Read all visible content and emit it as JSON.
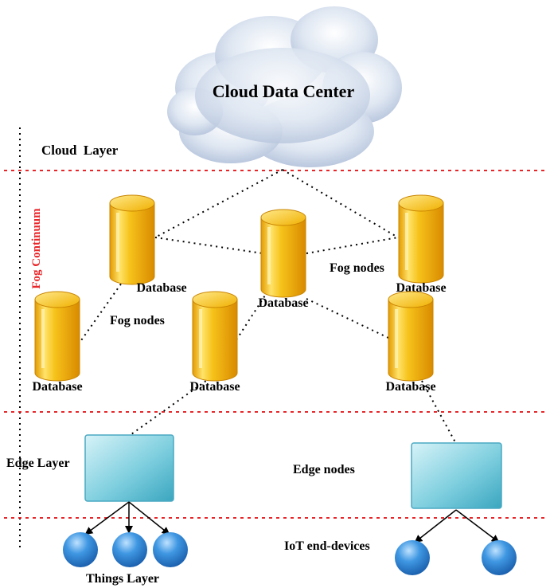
{
  "cloud": {
    "label": "Cloud Data Center"
  },
  "layers": {
    "cloud": "Cloud  Layer",
    "fog": "Fog Continuum",
    "edge": "Edge Layer",
    "things": "Things Layer"
  },
  "annotations": {
    "fog_nodes_left": "Fog nodes",
    "fog_nodes_right": "Fog nodes",
    "edge_nodes": "Edge nodes",
    "iot_devices": "IoT end-devices"
  },
  "databases": [
    {
      "label": "Database"
    },
    {
      "label": "Database"
    },
    {
      "label": "Database"
    },
    {
      "label": "Database"
    },
    {
      "label": "Database"
    },
    {
      "label": "Database"
    }
  ],
  "colors": {
    "separator": "#e8262a",
    "fog_label": "#e8262a",
    "db_gold": "#f2b90f",
    "edge_teal": "#6cc3d4",
    "device_blue": "#2f86d6"
  }
}
